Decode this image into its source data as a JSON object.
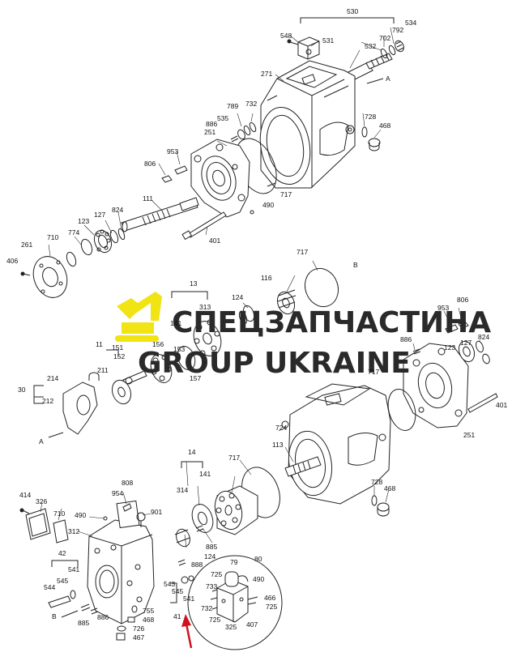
{
  "watermark": {
    "line1": "СПЕЦЗАПЧАСТИНА",
    "line2": "GROUP UKRAINE",
    "logo_color": "#f0e414"
  },
  "colors": {
    "line": "#222222",
    "arrow": "#d0121f"
  },
  "callouts": [
    {
      "id": "c530",
      "text": "530"
    },
    {
      "id": "c548",
      "text": "548"
    },
    {
      "id": "c531",
      "text": "531"
    },
    {
      "id": "c534",
      "text": "534"
    },
    {
      "id": "c792",
      "text": "792"
    },
    {
      "id": "c702",
      "text": "702"
    },
    {
      "id": "c532",
      "text": "532"
    },
    {
      "id": "c271",
      "text": "271"
    },
    {
      "id": "cA1",
      "text": "A"
    },
    {
      "id": "c789",
      "text": "789"
    },
    {
      "id": "c732a",
      "text": "732"
    },
    {
      "id": "c886a",
      "text": "886"
    },
    {
      "id": "c535",
      "text": "535"
    },
    {
      "id": "c728a",
      "text": "728"
    },
    {
      "id": "c468a",
      "text": "468"
    },
    {
      "id": "c251a",
      "text": "251"
    },
    {
      "id": "c953a",
      "text": "953"
    },
    {
      "id": "c806a",
      "text": "806"
    },
    {
      "id": "c717a",
      "text": "717"
    },
    {
      "id": "c490a",
      "text": "490"
    },
    {
      "id": "c111",
      "text": "111"
    },
    {
      "id": "c824a",
      "text": "824"
    },
    {
      "id": "c127a",
      "text": "127"
    },
    {
      "id": "c123a",
      "text": "123"
    },
    {
      "id": "c710a",
      "text": "710"
    },
    {
      "id": "c774",
      "text": "774"
    },
    {
      "id": "c261",
      "text": "261"
    },
    {
      "id": "c401a",
      "text": "401"
    },
    {
      "id": "c406",
      "text": "406"
    },
    {
      "id": "c717b",
      "text": "717"
    },
    {
      "id": "cB1",
      "text": "B"
    },
    {
      "id": "c116",
      "text": "116"
    },
    {
      "id": "c124a",
      "text": "124"
    },
    {
      "id": "c13",
      "text": "13"
    },
    {
      "id": "c313",
      "text": "313"
    },
    {
      "id": "c141a",
      "text": "141"
    },
    {
      "id": "c156",
      "text": "156"
    },
    {
      "id": "c153",
      "text": "153"
    },
    {
      "id": "c886b",
      "text": "886"
    },
    {
      "id": "c953b",
      "text": "953"
    },
    {
      "id": "c806b",
      "text": "806"
    },
    {
      "id": "c824b",
      "text": "824"
    },
    {
      "id": "c127b",
      "text": "127"
    },
    {
      "id": "c123b",
      "text": "123"
    },
    {
      "id": "c11",
      "text": "11"
    },
    {
      "id": "c151",
      "text": "151"
    },
    {
      "id": "c152",
      "text": "152"
    },
    {
      "id": "c211",
      "text": "211"
    },
    {
      "id": "c157",
      "text": "157"
    },
    {
      "id": "c214",
      "text": "214"
    },
    {
      "id": "c30",
      "text": "30"
    },
    {
      "id": "c212",
      "text": "212"
    },
    {
      "id": "cA2",
      "text": "A"
    },
    {
      "id": "c717c",
      "text": "717"
    },
    {
      "id": "c401b",
      "text": "401"
    },
    {
      "id": "c724",
      "text": "724"
    },
    {
      "id": "c251b",
      "text": "251"
    },
    {
      "id": "c113",
      "text": "113"
    },
    {
      "id": "c14",
      "text": "14"
    },
    {
      "id": "c717d",
      "text": "717"
    },
    {
      "id": "c141b",
      "text": "141"
    },
    {
      "id": "c314",
      "text": "314"
    },
    {
      "id": "c728b",
      "text": "728"
    },
    {
      "id": "c468b",
      "text": "468"
    },
    {
      "id": "c885a",
      "text": "885"
    },
    {
      "id": "c124b",
      "text": "124"
    },
    {
      "id": "c414",
      "text": "414"
    },
    {
      "id": "c326",
      "text": "326"
    },
    {
      "id": "c710b",
      "text": "710"
    },
    {
      "id": "c490b",
      "text": "490"
    },
    {
      "id": "c808",
      "text": "808"
    },
    {
      "id": "c954",
      "text": "954"
    },
    {
      "id": "c901",
      "text": "901"
    },
    {
      "id": "c312",
      "text": "312"
    },
    {
      "id": "c42",
      "text": "42"
    },
    {
      "id": "c541a",
      "text": "541"
    },
    {
      "id": "c545a",
      "text": "545"
    },
    {
      "id": "c544",
      "text": "544"
    },
    {
      "id": "cB2",
      "text": "B"
    },
    {
      "id": "c885b",
      "text": "885"
    },
    {
      "id": "c886c",
      "text": "886"
    },
    {
      "id": "c755",
      "text": "755"
    },
    {
      "id": "c468c",
      "text": "468"
    },
    {
      "id": "c726",
      "text": "726"
    },
    {
      "id": "c467",
      "text": "467"
    },
    {
      "id": "c888",
      "text": "888"
    },
    {
      "id": "c543",
      "text": "543"
    },
    {
      "id": "c545b",
      "text": "545"
    },
    {
      "id": "c541b",
      "text": "541"
    },
    {
      "id": "c41",
      "text": "41"
    },
    {
      "id": "c80",
      "text": "80"
    },
    {
      "id": "c79",
      "text": "79"
    },
    {
      "id": "c490c",
      "text": "490"
    },
    {
      "id": "c725a",
      "text": "725"
    },
    {
      "id": "c733",
      "text": "733"
    },
    {
      "id": "c466",
      "text": "466"
    },
    {
      "id": "c725b",
      "text": "725"
    },
    {
      "id": "c732b",
      "text": "732"
    },
    {
      "id": "c725c",
      "text": "725"
    },
    {
      "id": "c325",
      "text": "325"
    },
    {
      "id": "c407",
      "text": "407"
    }
  ]
}
